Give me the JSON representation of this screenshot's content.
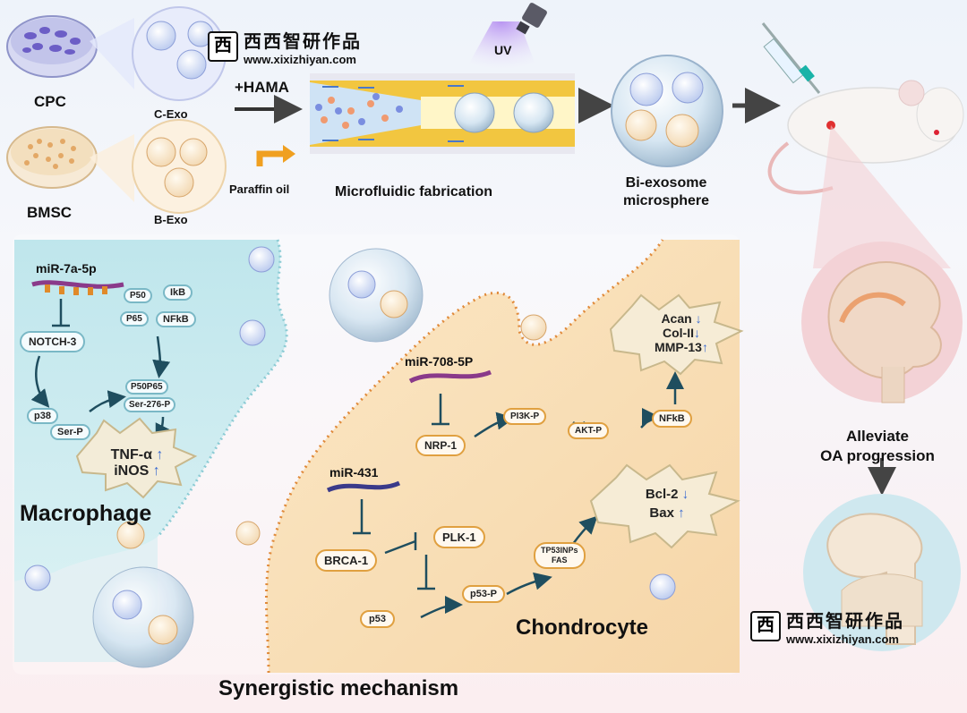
{
  "top": {
    "cpc": "CPC",
    "c_exo": "C-Exo",
    "bmsc": "BMSC",
    "b_exo": "B-Exo",
    "hama": "+HAMA",
    "paraffin": "Paraffin oil",
    "uv": "UV",
    "micro_fab": "Microfluidic fabrication",
    "bi_exo_1": "Bi-exosome",
    "bi_exo_2": "microsphere"
  },
  "macrophage": {
    "mir": "miR-7a-5p",
    "notch": "NOTCH-3",
    "p50": "P50",
    "ikb": "IkB",
    "p65": "P65",
    "nfkb": "NFkB",
    "p38": "p38",
    "serp": "Ser-P",
    "p50b": "P50",
    "p65b": "P65",
    "ser276": "Ser-276-P",
    "tnf": "TNF-α",
    "inos": "iNOS",
    "title": "Macrophage"
  },
  "chondro": {
    "mir708": "miR-708-5P",
    "nrp1": "NRP-1",
    "pi3k": "PI3K-P",
    "akt": "AKT-P",
    "nfkb": "NFkB",
    "acan": "Acan",
    "col": "Col-II",
    "mmp": "MMP-13",
    "mir431": "miR-431",
    "brca": "BRCA-1",
    "plk": "PLK-1",
    "tp53": "TP53INPs",
    "fas": "FAS",
    "p53": "p53",
    "p53p": "p53-P",
    "bcl": "Bcl-2",
    "bax": "Bax",
    "title": "Chondrocyte"
  },
  "right": {
    "alleviate1": "Alleviate",
    "alleviate2": "OA progression"
  },
  "bottom": {
    "title": "Synergistic mechanism"
  },
  "watermark": {
    "cn": "西西智研作品",
    "url": "www.xixizhiyan.com",
    "logo": "西"
  },
  "colors": {
    "macrophage_bg": "#c9ebf0",
    "chondrocyte_bg": "#f8dfb8",
    "arrow": "#1f4e5f",
    "up_arrow": "#3a6ad0",
    "burst": "#f6ecd6"
  },
  "icons": [
    "petri-dish",
    "exosome",
    "syringe",
    "uv-lamp",
    "mouse",
    "knee-joint",
    "microsphere"
  ]
}
